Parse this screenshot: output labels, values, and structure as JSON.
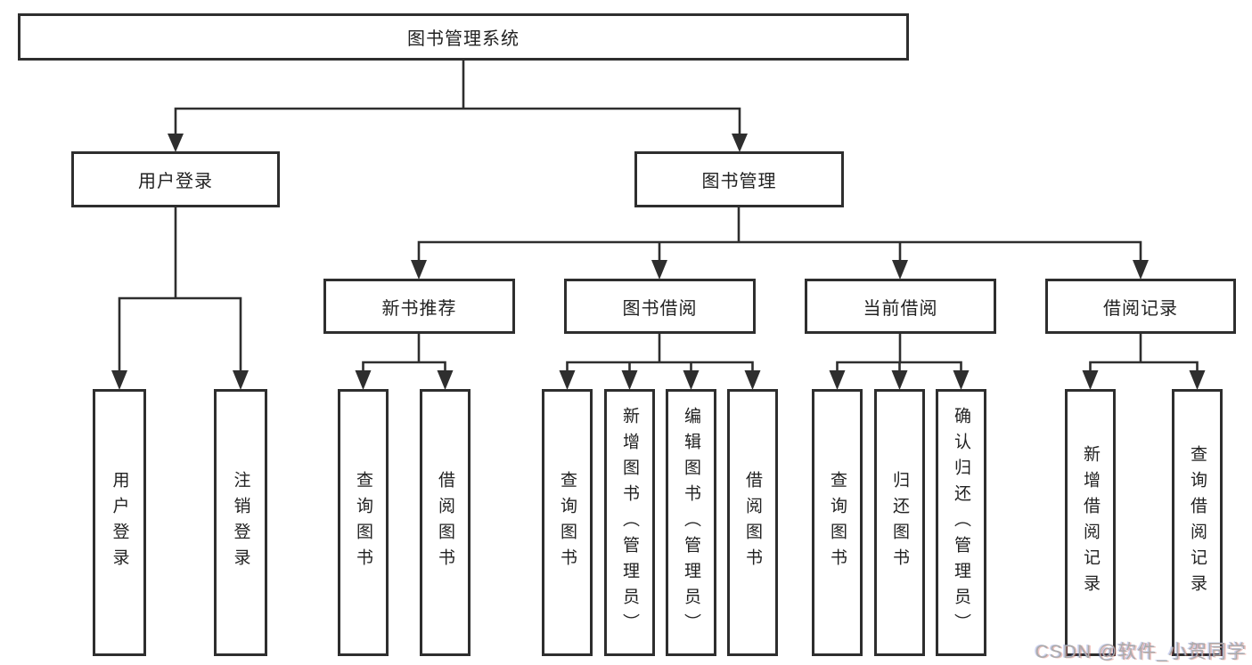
{
  "diagram": {
    "title": "图书管理系统",
    "root": {
      "label": "图书管理系统"
    },
    "level2": [
      {
        "label": "用户登录"
      },
      {
        "label": "图书管理"
      }
    ],
    "level3": [
      {
        "label": "新书推荐"
      },
      {
        "label": "图书借阅"
      },
      {
        "label": "当前借阅"
      },
      {
        "label": "借阅记录"
      }
    ],
    "leaves": {
      "user": [
        "用户登录",
        "注销登录"
      ],
      "newbook": [
        "查询图书",
        "借阅图书"
      ],
      "borrow": [
        "查询图书",
        "新增图书（管理员）",
        "编辑图书（管理员）",
        "借阅图书"
      ],
      "current": [
        "查询图书",
        "归还图书",
        "确认归还（管理员）"
      ],
      "records": [
        "新增借阅记录",
        "查询借阅记录"
      ]
    }
  },
  "watermark": {
    "text": "CSDN @软件_小贺同学"
  },
  "colors": {
    "line": "#2e2e2e",
    "text": "#222222",
    "background": "#ffffff",
    "watermark": "#ababab"
  }
}
